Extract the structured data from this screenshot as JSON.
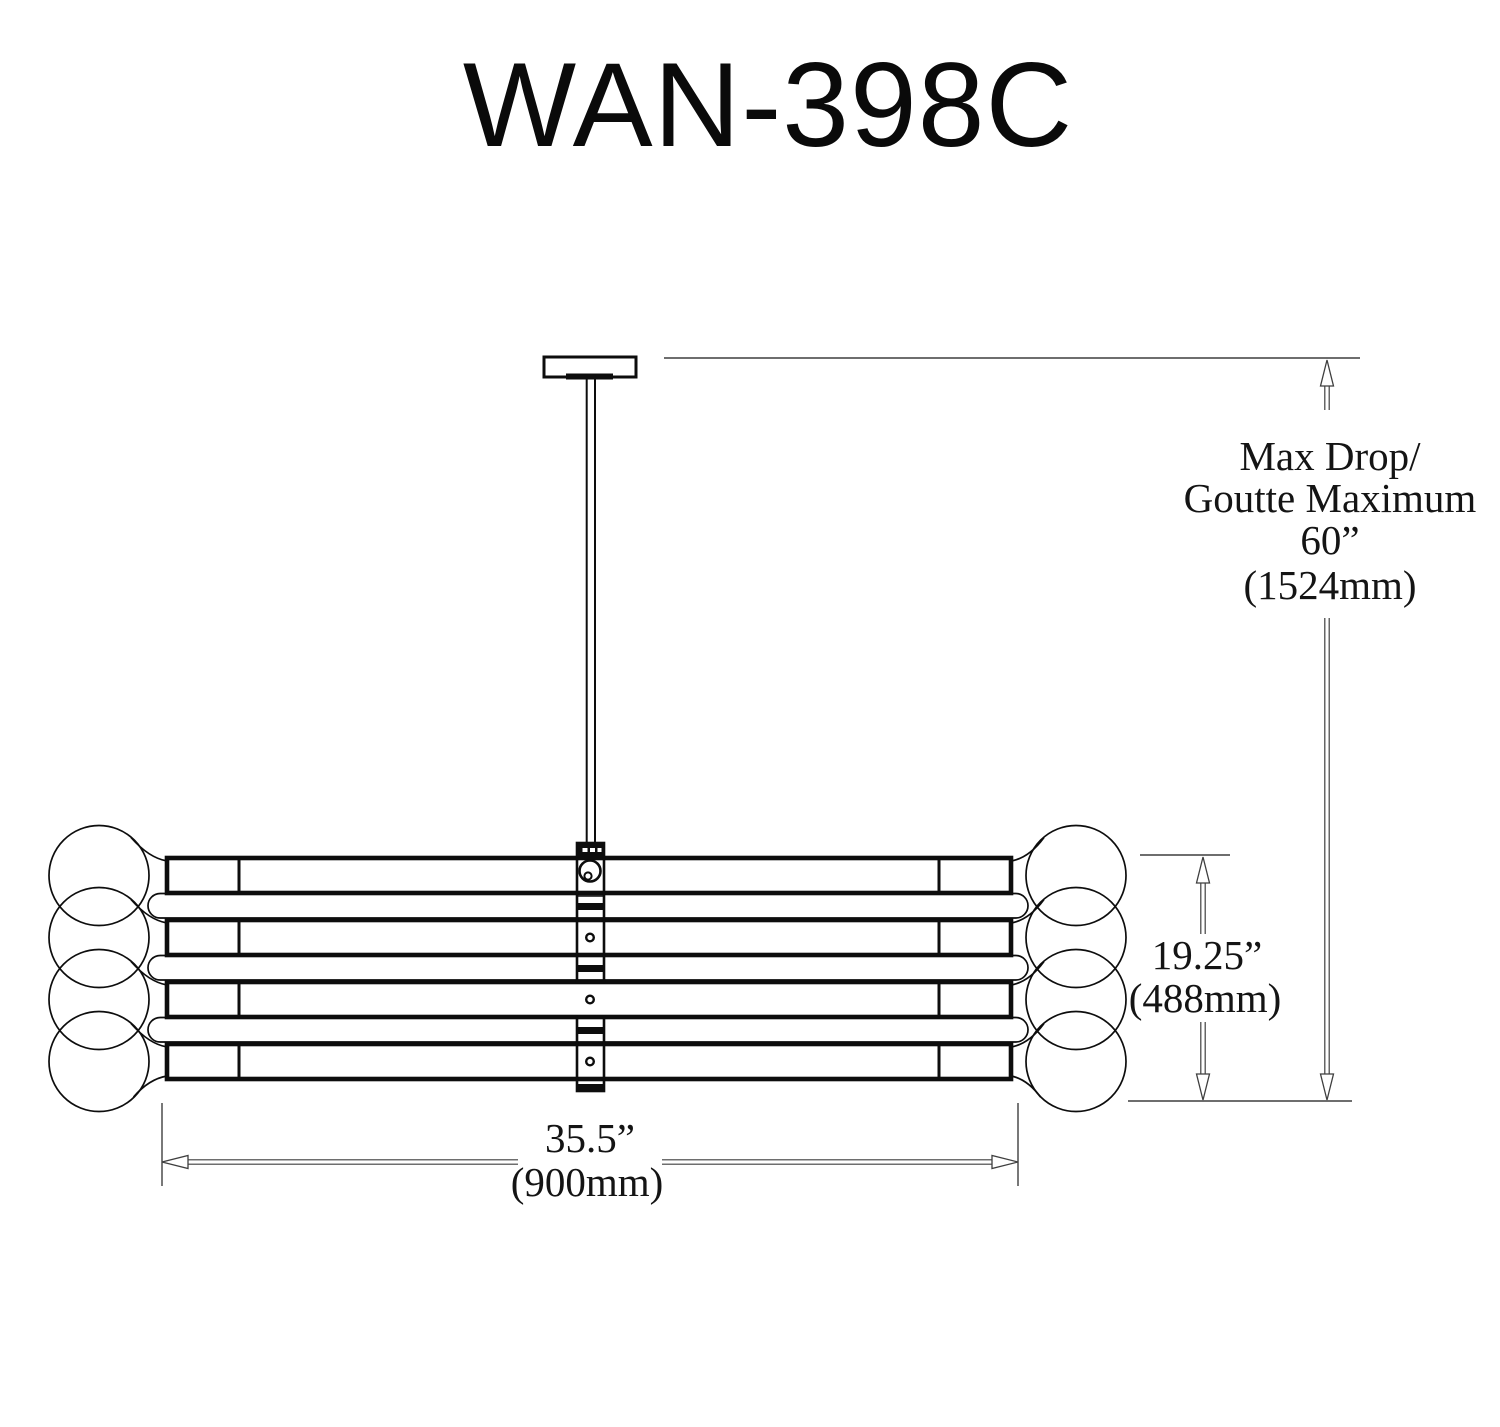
{
  "title": "WAN-398C",
  "drawing": {
    "type": "chandelier-dimension-diagram",
    "model": "WAN-398C",
    "lights_per_side": 4,
    "arm_bars": 4
  },
  "annotations": {
    "max_drop": {
      "line1": "Max Drop/",
      "line2": "Goutte Maximum",
      "line3": "60”",
      "line4": "(1524mm)"
    },
    "fixture_height": {
      "inches": "19.25”",
      "metric": "(488mm)"
    },
    "fixture_width": {
      "inches": "35.5”",
      "metric": "(900mm)"
    }
  },
  "colors": {
    "background": "#ffffff",
    "drawing_line": "#0d0d0d",
    "dimension_line": "#3f3f3f",
    "text": "#141414"
  }
}
